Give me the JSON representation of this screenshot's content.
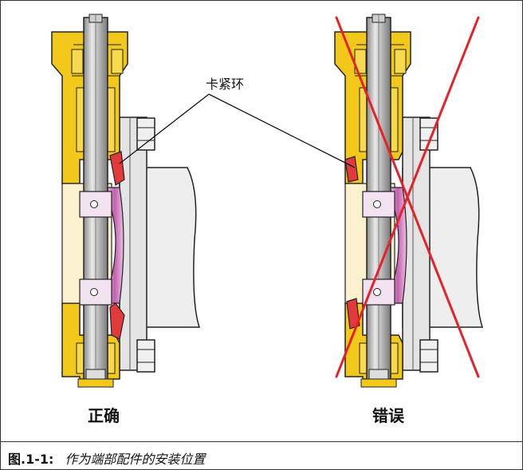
{
  "figure": {
    "callout_label": "卡紧环",
    "correct_label": "正确",
    "wrong_label": "错误",
    "caption_number": "图.1-1:",
    "caption_text": "作为端部配件的安装位置"
  },
  "colors": {
    "housing": "#f2c81a",
    "housing_dark": "#c9a200",
    "liner": "#fbf1cf",
    "seal": "#e23a3a",
    "disc": "#d08cc4",
    "flange": "#e6e6e6",
    "outline": "#222222",
    "cross": "#e8202a"
  }
}
